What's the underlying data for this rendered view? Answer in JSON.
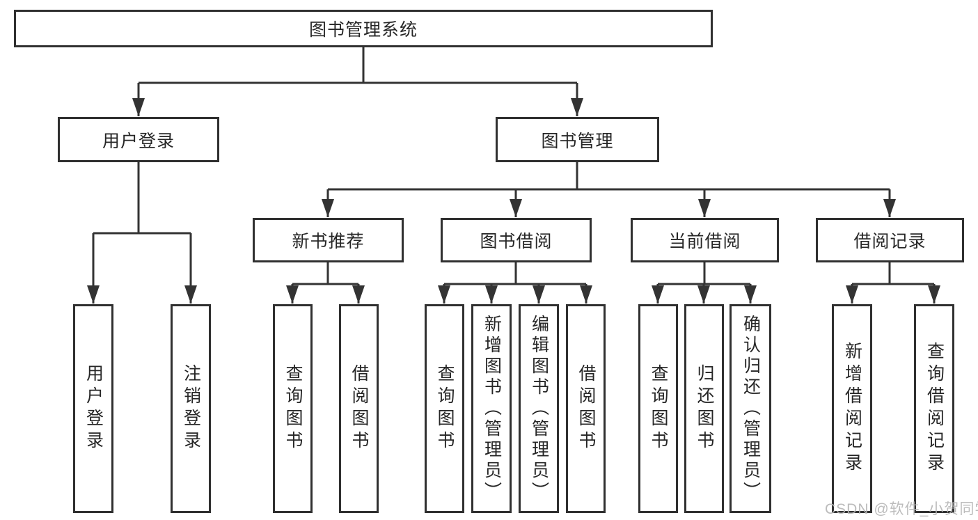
{
  "tree": {
    "label": "图书管理系统",
    "children": [
      {
        "label": "用户登录",
        "children": [
          {
            "label": "用户登录"
          },
          {
            "label": "注销登录"
          }
        ]
      },
      {
        "label": "图书管理",
        "children": [
          {
            "label": "新书推荐",
            "children": [
              {
                "label": "查询图书"
              },
              {
                "label": "借阅图书"
              }
            ]
          },
          {
            "label": "图书借阅",
            "children": [
              {
                "label": "查询图书"
              },
              {
                "label": "新增图书（管理员）"
              },
              {
                "label": "编辑图书（管理员）"
              },
              {
                "label": "借阅图书"
              }
            ]
          },
          {
            "label": "当前借阅",
            "children": [
              {
                "label": "查询图书"
              },
              {
                "label": "归还图书"
              },
              {
                "label": "确认归还（管理员）"
              }
            ]
          },
          {
            "label": "借阅记录",
            "children": [
              {
                "label": "新增借阅记录"
              },
              {
                "label": "查询借阅记录"
              }
            ]
          }
        ]
      }
    ]
  },
  "watermark": "CSDN @软件_小贺同学",
  "colors": {
    "line": "#333333",
    "box_border": "#303030",
    "text": "#262626",
    "watermark": "#b5b5b5",
    "background": "#ffffff"
  }
}
